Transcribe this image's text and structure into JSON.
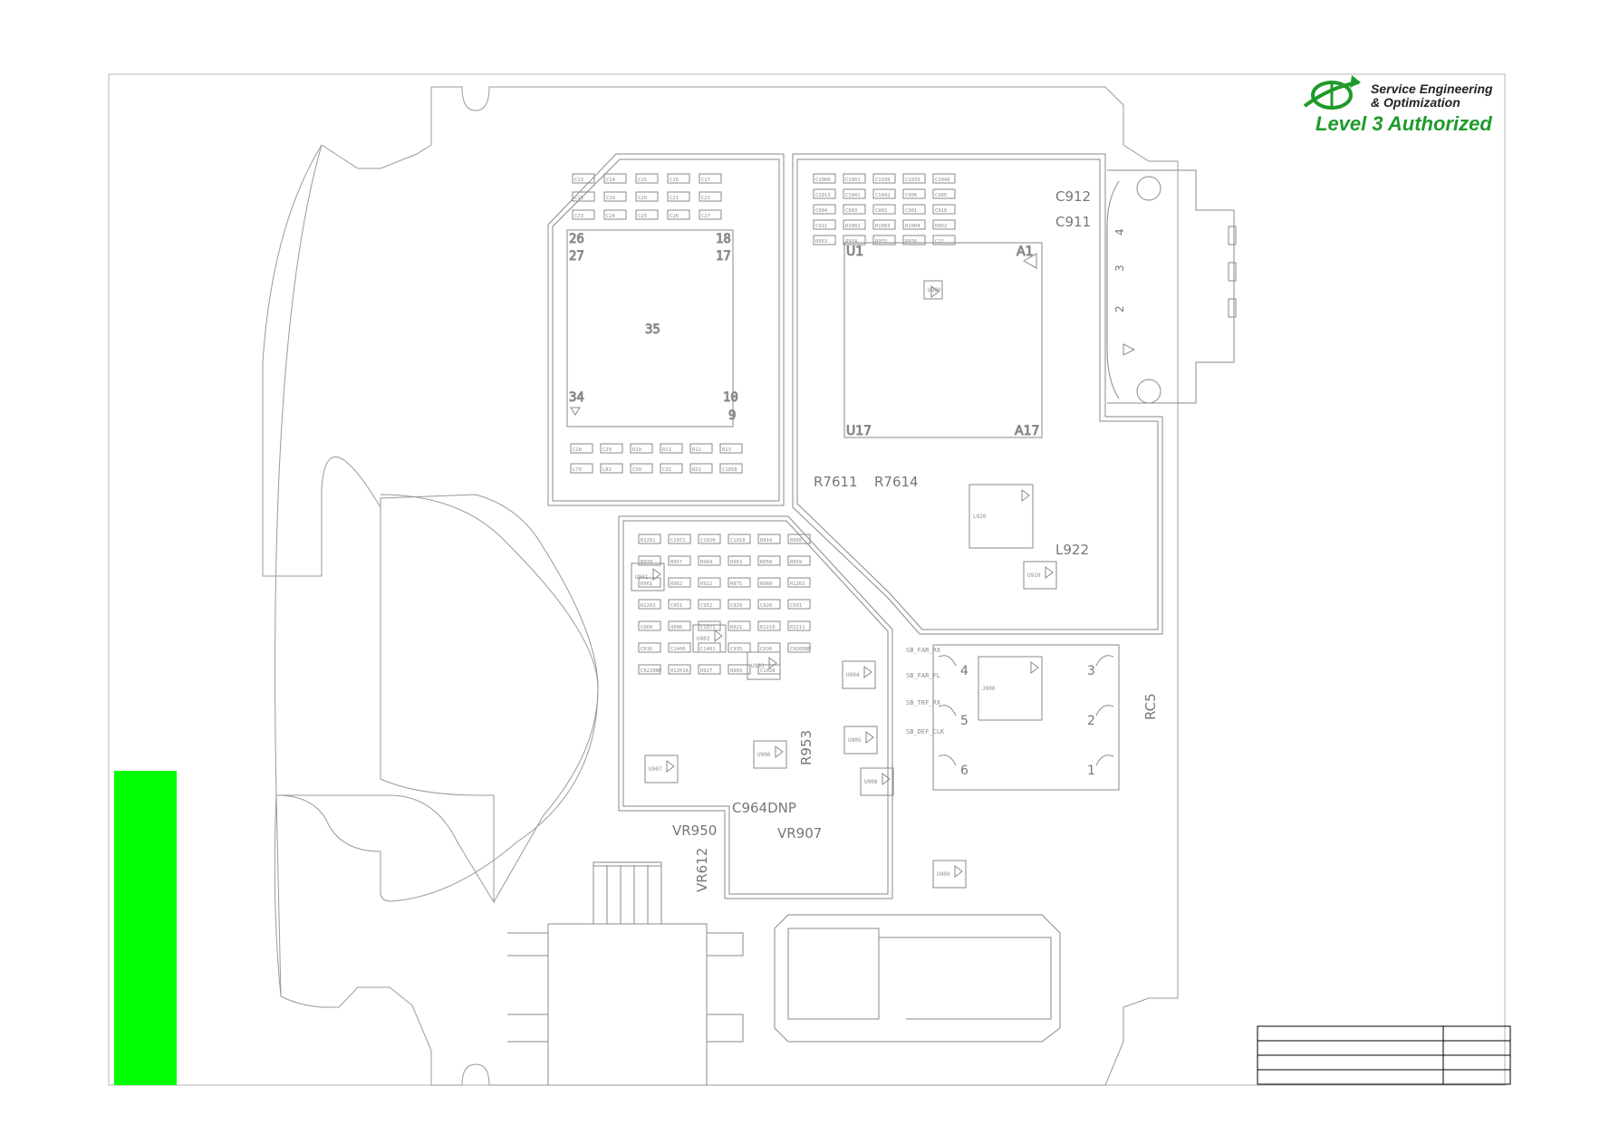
{
  "logo": {
    "line1": "Service Engineering",
    "line2": "& Optimization",
    "line3": "Level 3 Authorized",
    "brand_color": "#1f9a2a",
    "icon": "globe-arrow-icon"
  },
  "colors": {
    "outline": "#9a9a9a",
    "accent_bar": "#00ff00",
    "text": "#8a8a8a"
  },
  "labels": {
    "left_shield": {
      "u1": "U1",
      "a1": "A1",
      "u17": "U17",
      "a17": "A17"
    },
    "rf_shield": {
      "p26": "26",
      "p27": "27",
      "p18": "18",
      "p17": "17",
      "p34": "34",
      "p10": "10",
      "p9": "9",
      "center": "35"
    },
    "connector_pins": [
      "4",
      "3",
      "2"
    ],
    "big_refs": [
      "C912",
      "C911",
      "R7611",
      "R7614",
      "L922",
      "C964DNP",
      "VR950",
      "VR907",
      "R953",
      "RC5",
      "VR612"
    ],
    "sim_pins": [
      "4",
      "5",
      "6",
      "3",
      "2",
      "1"
    ],
    "smd_refs": [
      "C1000",
      "C1001",
      "C1036",
      "C1039",
      "C1040",
      "C1013",
      "C1041",
      "C1042",
      "C906",
      "C905",
      "C904",
      "C903",
      "C902",
      "C901",
      "C910",
      "C911",
      "R1002",
      "R1003",
      "R1004",
      "R952",
      "R953",
      "R954",
      "R955",
      "R956",
      "C12",
      "C13",
      "C14",
      "C15",
      "C16",
      "C17",
      "C18",
      "C19",
      "C20",
      "C21",
      "C22",
      "C23",
      "C24",
      "C25",
      "C26",
      "C27",
      "C28",
      "C29",
      "R10",
      "R11",
      "R12",
      "R13",
      "L70",
      "L81",
      "C50",
      "C31",
      "R21",
      "C1058",
      "R1201",
      "C1072",
      "C1020",
      "C1018",
      "R914",
      "R960",
      "R970",
      "R957",
      "R964",
      "R963",
      "R958",
      "R959",
      "R961",
      "R962",
      "R922",
      "R975",
      "R960",
      "R1202",
      "R1203",
      "C951",
      "C952",
      "C929",
      "C920",
      "C931",
      "C960",
      "Q906",
      "C1071",
      "R921",
      "R1210",
      "R1211",
      "C916",
      "C1400",
      "C1401",
      "C935",
      "C936",
      "C920DNP",
      "C9220NP",
      "R1201A",
      "R927",
      "R903",
      "C1028"
    ],
    "ic_refs": [
      "U900",
      "U901",
      "U902",
      "U903",
      "U904",
      "U905",
      "U906",
      "U907",
      "U908",
      "U909",
      "L920",
      "J900",
      "U910"
    ],
    "sar_refs": [
      "SB_FAR_RX",
      "SB_FAR_FL",
      "SB_TRF_RX",
      "SB_DEF_CLK"
    ],
    "misc": {
      "mini5": "5",
      "mini1": "1",
      "minus": "-"
    }
  },
  "title_block": {
    "rows": 4,
    "cells": [
      "",
      "",
      "",
      "",
      "",
      "",
      "",
      ""
    ]
  }
}
